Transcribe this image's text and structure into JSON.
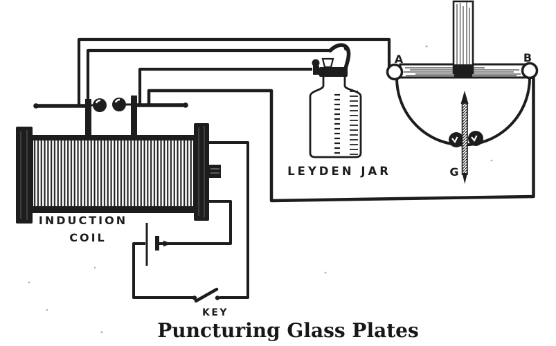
{
  "figure": {
    "caption": "Puncturing Glass Plates",
    "ink_color": "#1d1d1d",
    "paper_color": "#ffffff"
  },
  "components": {
    "induction_coil": {
      "label_line1": "INDUCTION",
      "label_line2": "COIL"
    },
    "leyden_jar": {
      "label": "LEYDEN JAR"
    },
    "key": {
      "label": "KEY"
    },
    "glass_plate_assembly": {
      "terminal_a_label": "A",
      "terminal_b_label": "B",
      "gap_label": "G"
    }
  }
}
